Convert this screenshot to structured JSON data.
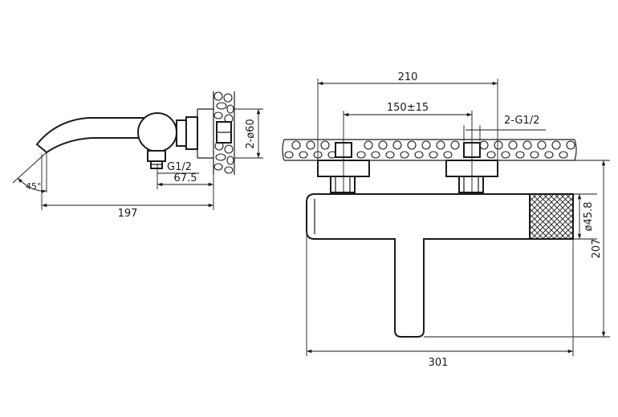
{
  "side_view": {
    "dim_diameter": "2-ø60",
    "dim_thread": "G1/2",
    "dim_projection": "67.5",
    "dim_total_length": "197",
    "dim_angle": "45°"
  },
  "front_view": {
    "dim_outer_width": "210",
    "dim_centers": "150±15",
    "dim_thread": "2-G1/2",
    "dim_handle_diameter": "ø45.8",
    "dim_height": "207",
    "dim_total_width": "301"
  },
  "colors": {
    "line": "#1a1a1a",
    "background": "#ffffff"
  }
}
